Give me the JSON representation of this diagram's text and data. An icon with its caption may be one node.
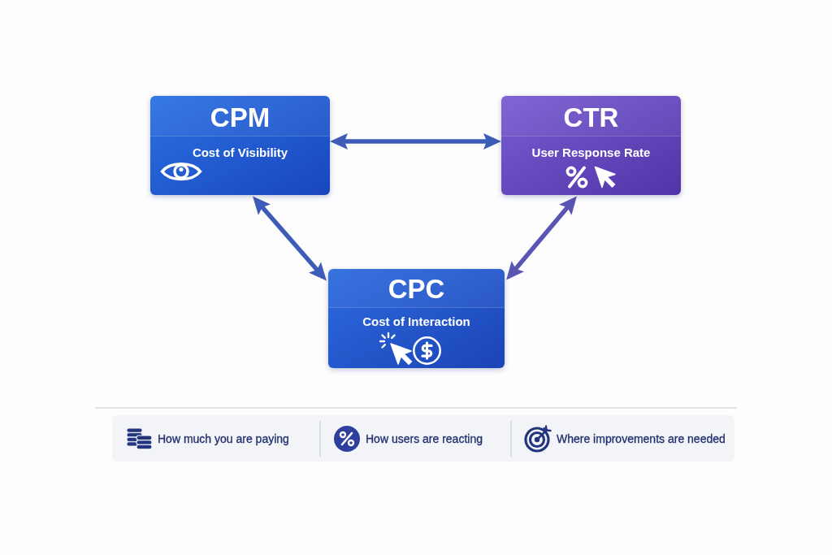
{
  "diagram": {
    "nodes": [
      {
        "text": [
          "CPM",
          "Cost of Visibility"
        ]
      },
      {
        "text": [
          "CTR",
          "User Response Rate"
        ]
      },
      {
        "text": [
          "CPC",
          "Cost of Interaction"
        ]
      }
    ],
    "edges": [
      {
        "from": 0,
        "to": 1,
        "arrow": "both"
      },
      {
        "from": 0,
        "to": 2,
        "arrow": "both"
      },
      {
        "from": 1,
        "to": 2,
        "arrow": "both",
        "color": "#5a55b3"
      }
    ],
    "legend": [
      {
        "text": "How much you are paying"
      },
      {
        "text": "How users are reacting"
      },
      {
        "text": "Where improvements are needed"
      }
    ]
  }
}
